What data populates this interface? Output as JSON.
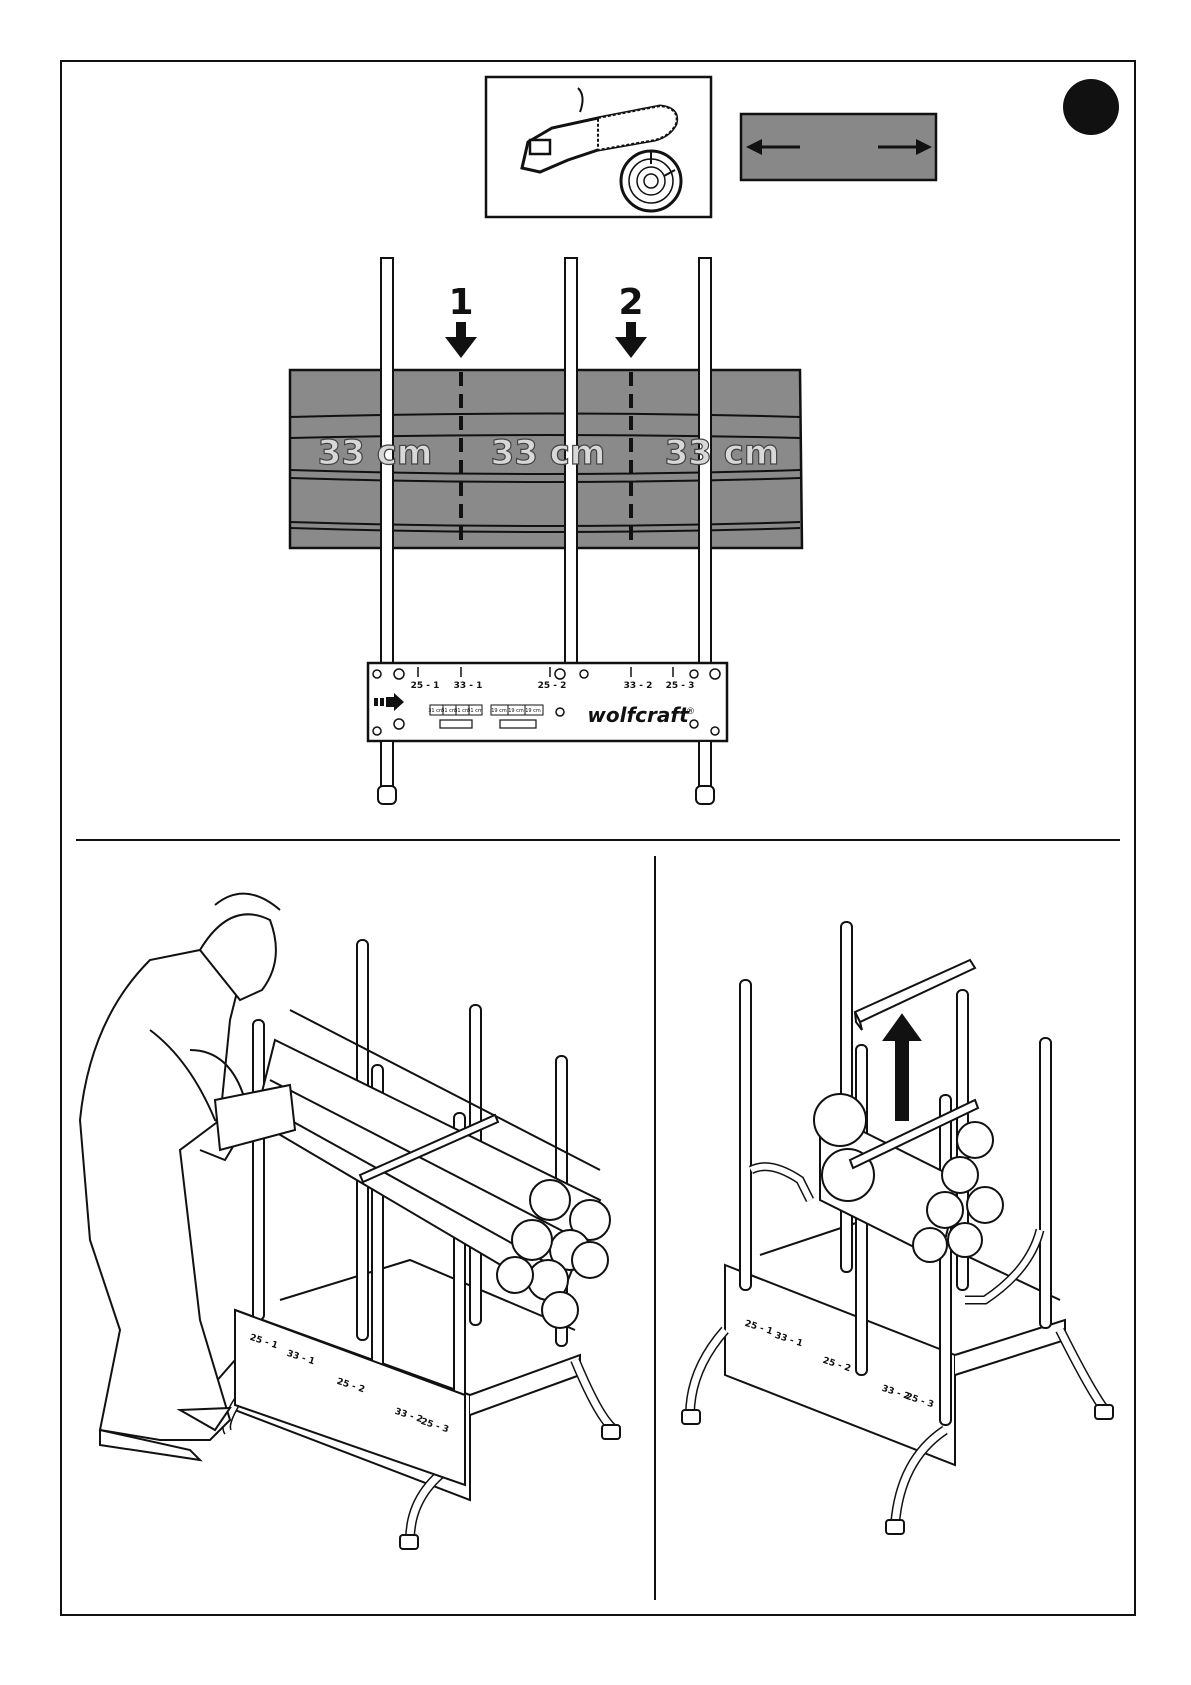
{
  "cut_markers": [
    "1",
    "2"
  ],
  "segment_labels": [
    "33 cm",
    "33 cm",
    "33 cm"
  ],
  "rail_ticks": [
    "25 - 1",
    "33 - 1",
    "25 - 2",
    "33 - 2",
    "25 - 3"
  ],
  "small_scale_a": [
    "31 cm",
    "31 cm",
    "31 cm",
    "31 cm"
  ],
  "small_scale_b": [
    "19 cm",
    "19 cm",
    "19 cm"
  ],
  "brand": "wolfcraft",
  "brand_mark": "®",
  "left_panel_ticks": [
    "25 - 1",
    "33 - 1",
    "25 - 2",
    "33 - 2",
    "25 - 3"
  ],
  "right_panel_ticks": [
    "25 - 1",
    "33 - 1",
    "25 - 2",
    "33 - 2",
    "25 - 3"
  ]
}
